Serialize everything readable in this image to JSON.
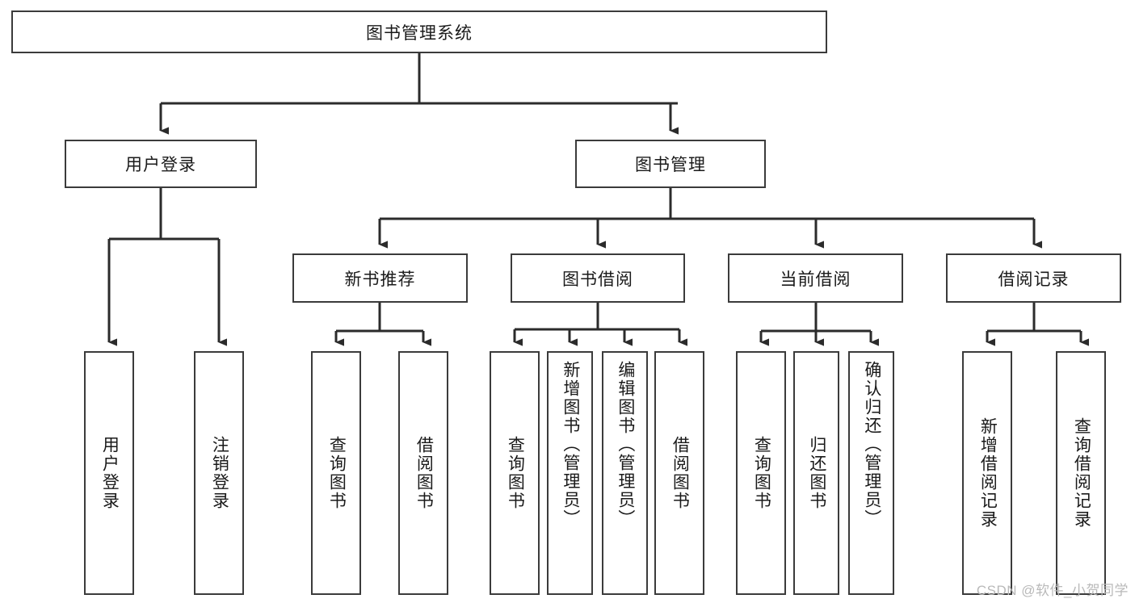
{
  "diagram": {
    "title": "图书管理系统",
    "type": "tree-hierarchy-chart",
    "root": {
      "label": "图书管理系统"
    },
    "level1": [
      {
        "label": "用户登录"
      },
      {
        "label": "图书管理"
      }
    ],
    "level2": [
      {
        "label": "新书推荐"
      },
      {
        "label": "图书借阅"
      },
      {
        "label": "当前借阅"
      },
      {
        "label": "借阅记录"
      }
    ],
    "leaves": {
      "user_login": [
        {
          "label": "用户登录"
        },
        {
          "label": "注销登录"
        }
      ],
      "new_book_recommend": [
        {
          "label": "查询图书"
        },
        {
          "label": "借阅图书"
        }
      ],
      "book_borrow": [
        {
          "label": "查询图书"
        },
        {
          "label": "新增图书（管理员）"
        },
        {
          "label": "编辑图书（管理员）"
        },
        {
          "label": "借阅图书"
        }
      ],
      "current_borrow": [
        {
          "label": "查询图书"
        },
        {
          "label": "归还图书"
        },
        {
          "label": "确认归还（管理员）"
        }
      ],
      "borrow_record": [
        {
          "label": "新增借阅记录"
        },
        {
          "label": "查询借阅记录"
        }
      ]
    }
  },
  "watermark": {
    "text": "CSDN @软件_小贺同学"
  },
  "colors": {
    "border": "#3b3b3b",
    "text": "#1a1a1a",
    "background": "#ffffff",
    "edge": "#2b2b2b",
    "watermark": "#b9b9b9"
  }
}
